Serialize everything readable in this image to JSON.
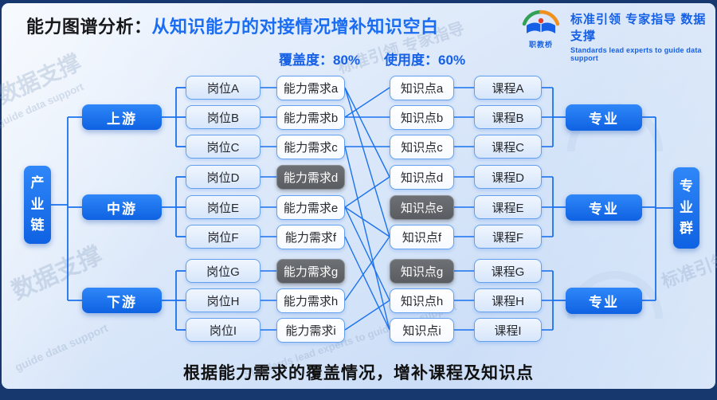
{
  "header": {
    "title_black": "能力图谱分析：",
    "title_blue": "从知识能力的对接情况增补知识空白"
  },
  "logo": {
    "name": "职教桥",
    "slogan_cn": "标准引领 专家指导 数据支撑",
    "slogan_en": "Standards lead experts to guide data support"
  },
  "stats": {
    "coverage_label": "覆盖度：",
    "coverage_value": "80%",
    "usage_label": "使用度：",
    "usage_value": "60%"
  },
  "diagram": {
    "industry_chain": "产业链",
    "segments": [
      "上游",
      "中游",
      "下游"
    ],
    "posts": [
      "岗位A",
      "岗位B",
      "岗位C",
      "岗位D",
      "岗位E",
      "岗位F",
      "岗位G",
      "岗位H",
      "岗位I"
    ],
    "abilities": [
      "能力需求a",
      "能力需求b",
      "能力需求c",
      "能力需求d",
      "能力需求e",
      "能力需求f",
      "能力需求g",
      "能力需求h",
      "能力需求i"
    ],
    "ability_gaps": [
      3,
      6
    ],
    "knowledge": [
      "知识点a",
      "知识点b",
      "知识点c",
      "知识点d",
      "知识点e",
      "知识点f",
      "知识点g",
      "知识点h",
      "知识点i"
    ],
    "knowledge_gaps": [
      4,
      6
    ],
    "courses": [
      "课程A",
      "课程B",
      "课程C",
      "课程D",
      "课程E",
      "课程F",
      "课程G",
      "课程H",
      "课程I"
    ],
    "majors": [
      "专业",
      "专业",
      "专业"
    ],
    "major_group": "专业群",
    "ability_knowledge_links": [
      [
        "a",
        "d"
      ],
      [
        "a",
        "f"
      ],
      [
        "b",
        "a"
      ],
      [
        "b",
        "b"
      ],
      [
        "c",
        "c"
      ],
      [
        "c",
        "i"
      ],
      [
        "e",
        "d"
      ],
      [
        "e",
        "f"
      ],
      [
        "e",
        "h"
      ],
      [
        "f",
        "i"
      ],
      [
        "h",
        "f"
      ],
      [
        "i",
        "h"
      ]
    ],
    "line_color": "#1b72ef",
    "gap_color": "#63666a",
    "accent_color": "#1560e6"
  },
  "footer": {
    "note": "根据能力需求的覆盖情况，增补课程及知识点"
  },
  "watermarks": [
    "数据支撑",
    "guide data support",
    "标准引领 专家指导",
    "数据支撑",
    "guide data support",
    "Standards lead experts to guide data support",
    "标准引领"
  ]
}
